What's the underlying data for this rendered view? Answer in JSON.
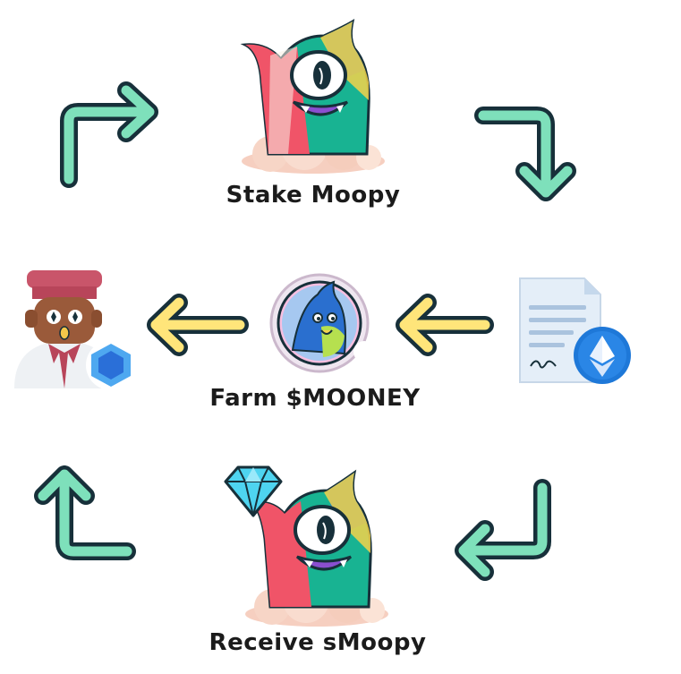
{
  "steps": {
    "stake": {
      "label": "Stake Moopy",
      "icon": "moopy-monster-icon"
    },
    "receive": {
      "label": "Receive sMoopy",
      "icon": "moopy-monster-diamond-icon"
    },
    "farm": {
      "label": "Farm $MOONEY",
      "icon": "mooney-coin-icon"
    },
    "contract": {
      "icon": "ethereum-contract-document-icon"
    },
    "chef": {
      "icon": "chef-chainlink-icon"
    }
  },
  "colors": {
    "cycle_arrow_fill": "#7ee0bb",
    "cycle_arrow_outline": "#17303a",
    "flow_arrow_fill": "#ffe57a",
    "flow_arrow_outline": "#17303a",
    "label_text": "#1b1b1b"
  }
}
